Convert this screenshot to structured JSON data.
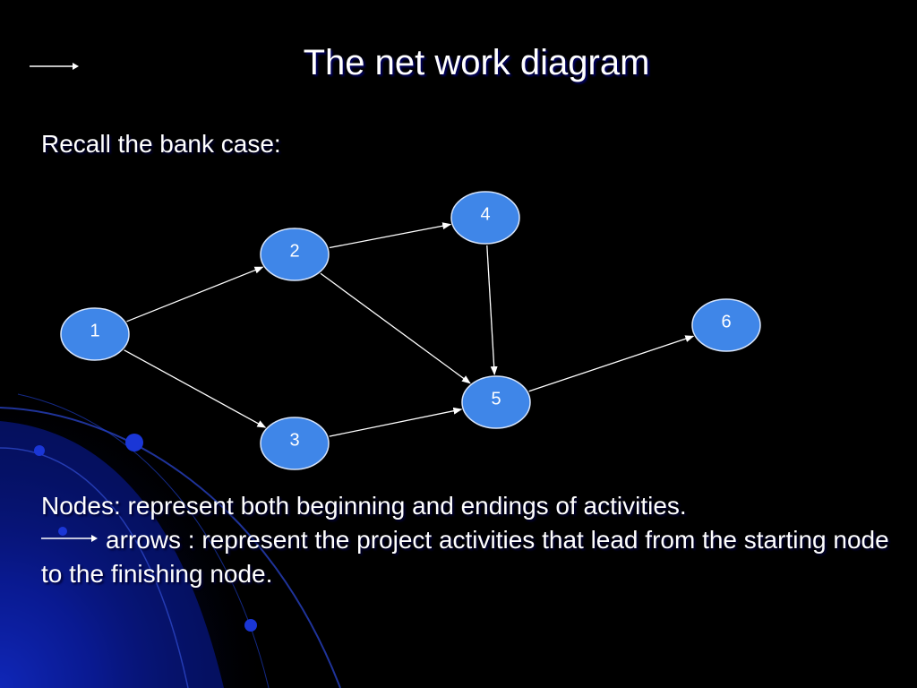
{
  "slide": {
    "title": "The net work diagram",
    "subtitle": "Recall the bank  case:",
    "notes_nodes": "Nodes: represent  both beginning and endings of activities.",
    "notes_arrows": "arrows : represent the project activities that lead from the starting node to the finishing node."
  },
  "colors": {
    "background": "#000000",
    "node_fill": "#3f86e8",
    "node_stroke": "#d6e4fb",
    "text": "#ffffff",
    "accent_blue": "#1a36d6"
  },
  "diagram": {
    "nodes": [
      {
        "id": "1",
        "label": "1"
      },
      {
        "id": "2",
        "label": "2"
      },
      {
        "id": "3",
        "label": "3"
      },
      {
        "id": "4",
        "label": "4"
      },
      {
        "id": "5",
        "label": "5"
      },
      {
        "id": "6",
        "label": "6"
      }
    ],
    "edges": [
      {
        "from": "1",
        "to": "2"
      },
      {
        "from": "1",
        "to": "3"
      },
      {
        "from": "2",
        "to": "4"
      },
      {
        "from": "2",
        "to": "5"
      },
      {
        "from": "4",
        "to": "5"
      },
      {
        "from": "3",
        "to": "5"
      },
      {
        "from": "5",
        "to": "6"
      }
    ]
  }
}
